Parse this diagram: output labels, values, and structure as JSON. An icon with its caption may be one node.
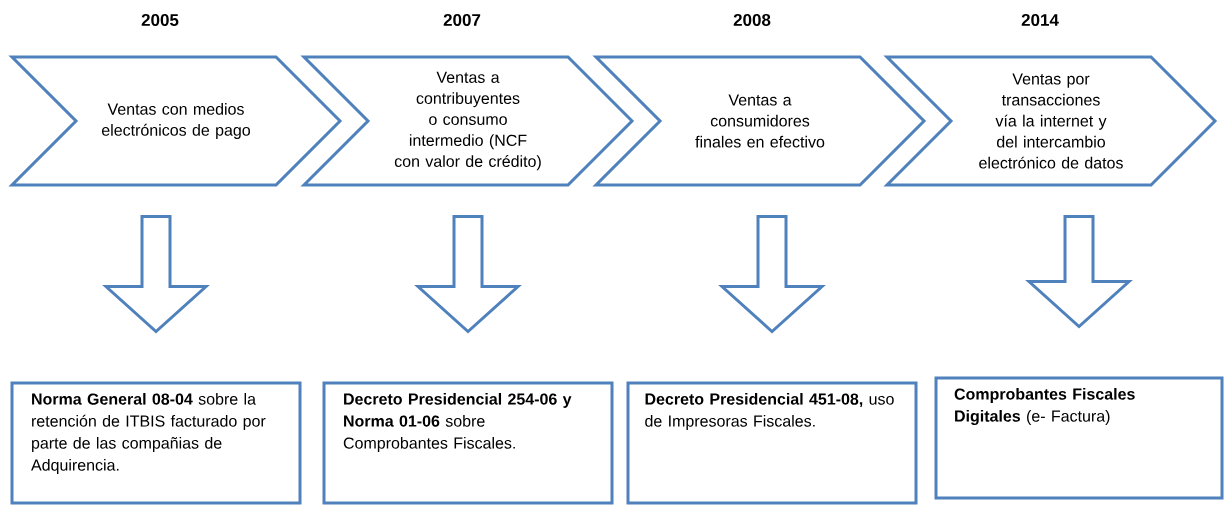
{
  "diagram": {
    "nodes": [
      {
        "text": [
          "Ventas con medios electrónicos de pago"
        ],
        "beside": [
          "2005"
        ]
      },
      {
        "text": [
          "Ventas a contribuyentes o consumo intermedio (NCF con valor de crédito)"
        ],
        "beside": [
          "2007"
        ]
      },
      {
        "text": [
          "Ventas a consumidores finales en efectivo"
        ],
        "beside": [
          "2008"
        ]
      },
      {
        "text": [
          "Ventas por transacciones vía la internet y del intercambio electrónico de datos"
        ],
        "beside": [
          "2014"
        ]
      },
      {
        "text": [
          "**Norma General 08-04** sobre la retención de ITBIS facturado por parte de las compañias de Adquirencia."
        ]
      },
      {
        "text": [
          "**Decreto Presidencial 254-06 y Norma 01-06** sobre Comprobantes Fiscales."
        ]
      },
      {
        "text": [
          "**Decreto Presidencial 451-08,** uso de Impresoras Fiscales."
        ]
      },
      {
        "text": [
          "**Comprobantes Fiscales Digitales** (e- Factura)"
        ]
      }
    ],
    "edges": [
      {
        "from": 0,
        "to": 4,
        "arrow": "to"
      },
      {
        "from": 1,
        "to": 5,
        "arrow": "to"
      },
      {
        "from": 2,
        "to": 6,
        "arrow": "to"
      },
      {
        "from": 3,
        "to": 7,
        "arrow": "to"
      }
    ]
  }
}
